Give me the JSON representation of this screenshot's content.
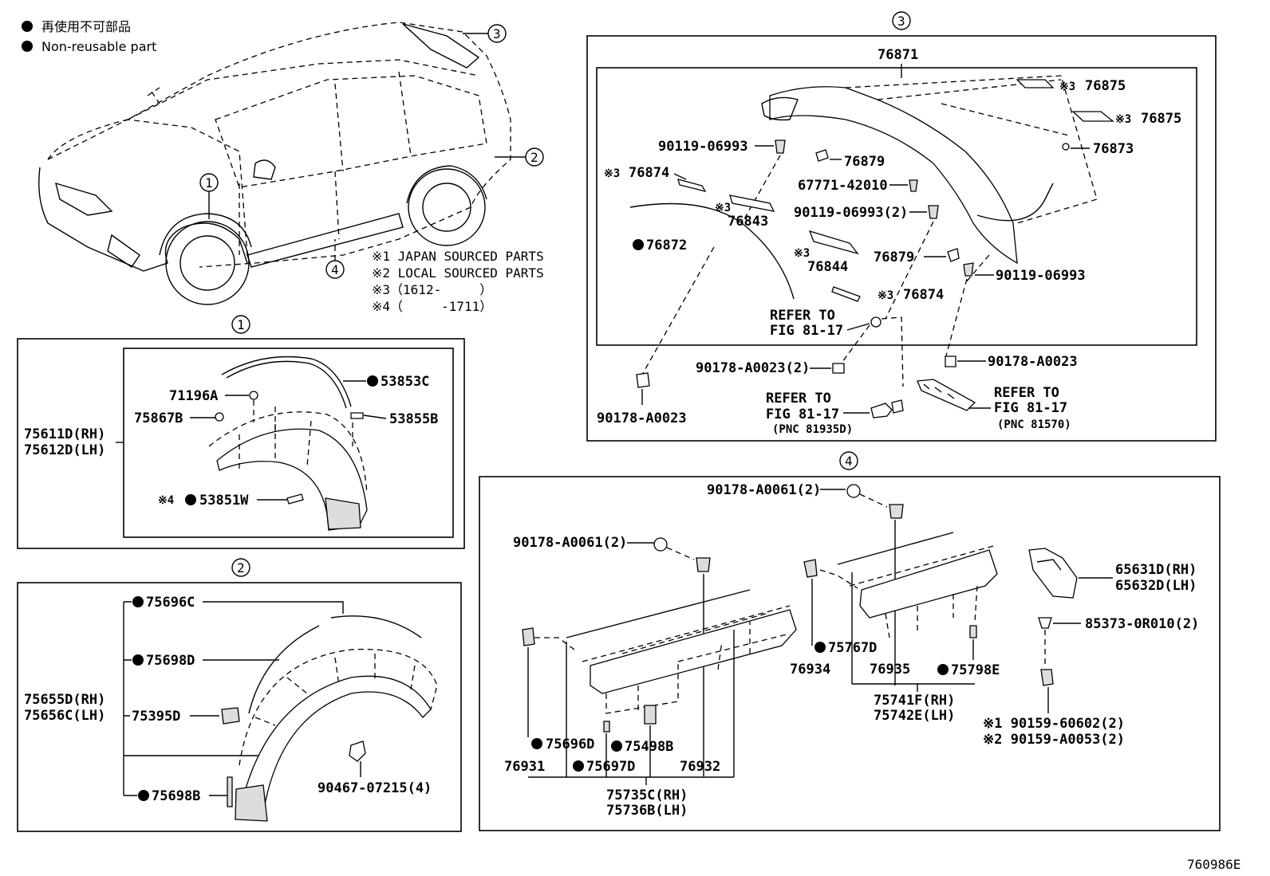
{
  "legend": {
    "jp": "再使用不可部品",
    "en": "Non-reusable part"
  },
  "notes": {
    "n1": "※1 JAPAN SOURCED PARTS",
    "n2": "※2 LOCAL SOURCED PARTS",
    "n3": "※3（1612-　　　）",
    "n4": "※4（　　　-1711）"
  },
  "callouts": {
    "c1": "1",
    "c2": "2",
    "c3": "3",
    "c4": "4"
  },
  "group1": {
    "assy_rh": "75611D(RH)",
    "assy_lh": "75612D(LH)",
    "p71196A": "71196A",
    "p75867B": "75867B",
    "p53853C": "53853C",
    "p53855B": "53855B",
    "p53851W": "53851W",
    "note4": "※4"
  },
  "group2": {
    "assy_rh": "75655D(RH)",
    "assy_lh": "75656C(LH)",
    "p75696C": "75696C",
    "p75698D": "75698D",
    "p75395D": "75395D",
    "p75698B": "75698B",
    "p90467": "90467-07215(4)"
  },
  "group3": {
    "assy": "76871",
    "p76875a": "76875",
    "p76875b": "76875",
    "p76873": "76873",
    "p90119a": "90119-06993",
    "p76879a": "76879",
    "p67771": "67771-42010",
    "p76874a": "76874",
    "p90119b": "90119-06993(2)",
    "p76843": "76843",
    "p76872": "76872",
    "p76844": "76844",
    "p76879b": "76879",
    "p90119c": "90119-06993",
    "p76874b": "76874",
    "refer1a": "REFER TO",
    "refer1b": "FIG 81-17",
    "p90178a": "90178-A0023(2)",
    "p90178b": "90178-A0023",
    "p90178c": "90178-A0023",
    "refer2a": "REFER TO",
    "refer2b": "FIG 81-17",
    "pnc2": "(PNC 81935D)",
    "refer3a": "REFER TO",
    "refer3b": "FIG 81-17",
    "pnc3": "(PNC 81570)",
    "n3": "※3"
  },
  "group4": {
    "p90178_1": "90178-A0061(2)",
    "p90178_2": "90178-A0061(2)",
    "p75767D": "75767D",
    "p76934": "76934",
    "p76935": "76935",
    "p75798E": "75798E",
    "assyB_rh": "75741F(RH)",
    "assyB_lh": "75742E(LH)",
    "p75696D": "75696D",
    "p75498B": "75498B",
    "p76931": "76931",
    "p75697D": "75697D",
    "p76932": "76932",
    "assyA_rh": "75735C(RH)",
    "assyA_lh": "75736B(LH)",
    "p65631": "65631D(RH)",
    "p65632": "65632D(LH)",
    "p85373": "85373-0R010(2)",
    "p90159a": "※1 90159-60602(2)",
    "p90159b": "※2 90159-A0053(2)"
  },
  "diagram_code": "760986E"
}
